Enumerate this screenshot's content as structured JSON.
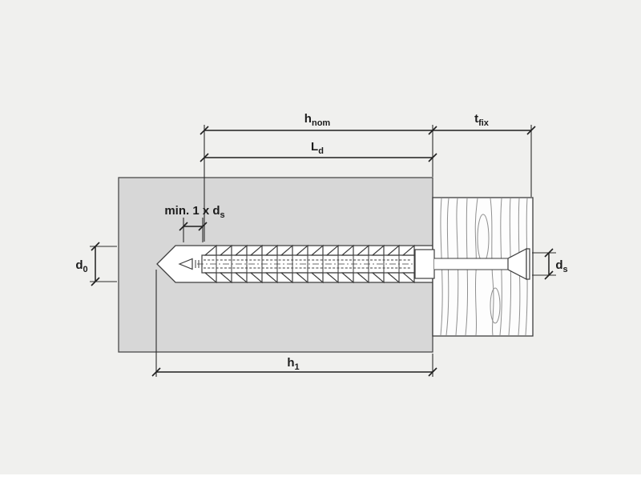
{
  "page": {
    "background": "#f0f0ee",
    "type": "technical-installation-drawing"
  },
  "colors": {
    "base_material_fill": "#d7d7d7",
    "outline": "#3d3d3d",
    "dimension_lines": "#1f1f1f",
    "wood_grain": "#8f8f8f",
    "part_fill": "#ffffff"
  },
  "labels": {
    "h_nom": {
      "main": "h",
      "sub": "nom"
    },
    "t_fix": {
      "main": "t",
      "sub": "fix"
    },
    "L_d": {
      "main": "L",
      "sub": "d"
    },
    "min_ds": {
      "main": "min. 1 x d",
      "sub": "s"
    },
    "d_0": {
      "main": "d",
      "sub": "0"
    },
    "d_s": {
      "main": "d",
      "sub": "s"
    },
    "h_1": {
      "main": "h",
      "sub": "1"
    }
  }
}
